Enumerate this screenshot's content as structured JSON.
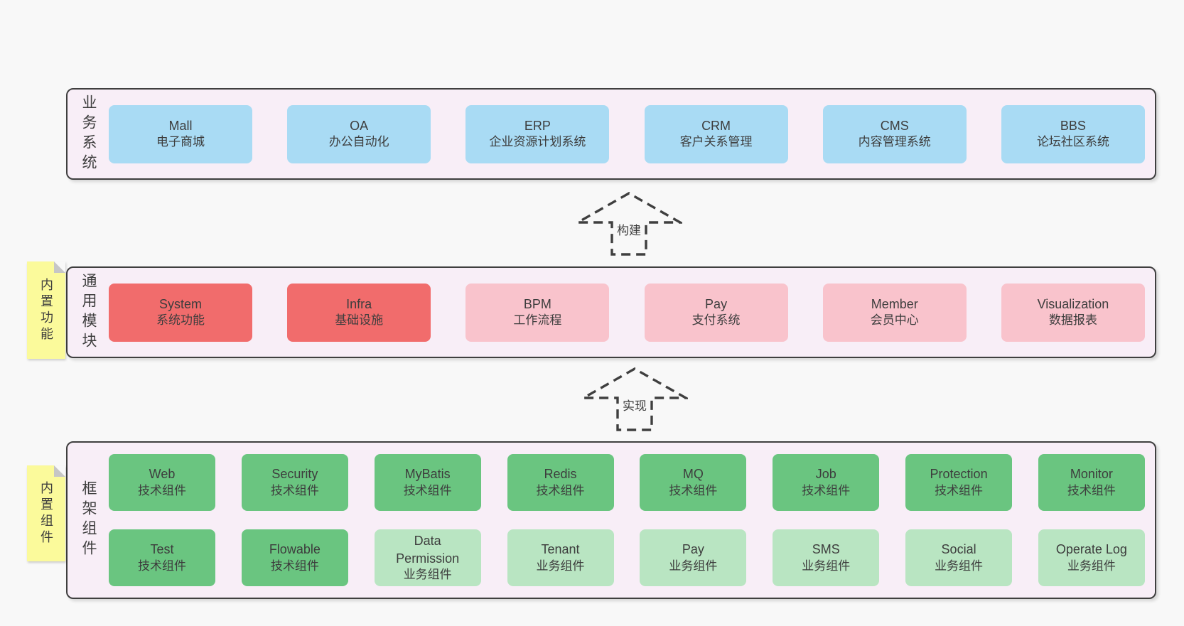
{
  "colors": {
    "page_bg": "#f8f8f8",
    "container_bg": "#f8eef7",
    "container_border": "#3f3f3f",
    "text": "#3d3d3d",
    "blue": "#a9dbf4",
    "red": "#f16c6c",
    "pink": "#f9c3cc",
    "green": "#6ac580",
    "light_green": "#b9e5c2",
    "sticky_yellow": "#fbfa9b"
  },
  "sections": {
    "business": {
      "vertical_label": "业务系统",
      "rows": [
        [
          {
            "en": "Mall",
            "cn": "电子商城",
            "variant": "blue"
          },
          {
            "en": "OA",
            "cn": "办公自动化",
            "variant": "blue"
          },
          {
            "en": "ERP",
            "cn": "企业资源计划系统",
            "variant": "blue"
          },
          {
            "en": "CRM",
            "cn": "客户关系管理",
            "variant": "blue"
          },
          {
            "en": "CMS",
            "cn": "内容管理系统",
            "variant": "blue"
          },
          {
            "en": "BBS",
            "cn": "论坛社区系统",
            "variant": "blue"
          }
        ]
      ]
    },
    "modules": {
      "vertical_label": "通用模块",
      "sticky": "内置功能",
      "rows": [
        [
          {
            "en": "System",
            "cn": "系统功能",
            "variant": "red"
          },
          {
            "en": "Infra",
            "cn": "基础设施",
            "variant": "red"
          },
          {
            "en": "BPM",
            "cn": "工作流程",
            "variant": "pink"
          },
          {
            "en": "Pay",
            "cn": "支付系统",
            "variant": "pink"
          },
          {
            "en": "Member",
            "cn": "会员中心",
            "variant": "pink"
          },
          {
            "en": "Visualization",
            "cn": "数据报表",
            "variant": "pink"
          }
        ]
      ]
    },
    "components": {
      "vertical_label": "框架组件",
      "sticky": "内置组件",
      "rows": [
        [
          {
            "en": "Web",
            "cn": "技术组件",
            "variant": "green"
          },
          {
            "en": "Security",
            "cn": "技术组件",
            "variant": "green"
          },
          {
            "en": "MyBatis",
            "cn": "技术组件",
            "variant": "green"
          },
          {
            "en": "Redis",
            "cn": "技术组件",
            "variant": "green"
          },
          {
            "en": "MQ",
            "cn": "技术组件",
            "variant": "green"
          },
          {
            "en": "Job",
            "cn": "技术组件",
            "variant": "green"
          },
          {
            "en": "Protection",
            "cn": "技术组件",
            "variant": "green"
          },
          {
            "en": "Monitor",
            "cn": "技术组件",
            "variant": "green"
          }
        ],
        [
          {
            "en": "Test",
            "cn": "技术组件",
            "variant": "green"
          },
          {
            "en": "Flowable",
            "cn": "技术组件",
            "variant": "green"
          },
          {
            "en": "Data Permission",
            "cn": "业务组件",
            "variant": "light-green"
          },
          {
            "en": "Tenant",
            "cn": "业务组件",
            "variant": "light-green"
          },
          {
            "en": "Pay",
            "cn": "业务组件",
            "variant": "light-green"
          },
          {
            "en": "SMS",
            "cn": "业务组件",
            "variant": "light-green"
          },
          {
            "en": "Social",
            "cn": "业务组件",
            "variant": "light-green"
          },
          {
            "en": "Operate Log",
            "cn": "业务组件",
            "variant": "light-green"
          }
        ]
      ]
    }
  },
  "arrows": {
    "build": {
      "label": "构建"
    },
    "implement": {
      "label": "实现"
    }
  }
}
